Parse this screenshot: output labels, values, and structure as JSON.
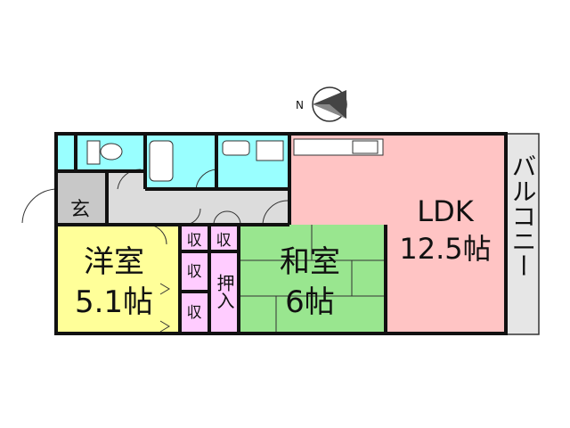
{
  "compass": {
    "label": "N"
  },
  "rooms": {
    "entrance": "玄",
    "western_room": {
      "name": "洋室",
      "size": "5.1帖"
    },
    "japanese_room": {
      "name": "和室",
      "size": "6帖"
    },
    "ldk": {
      "name": "LDK",
      "size": "12.5帖"
    },
    "balcony": "バルコニー",
    "storage_label": "収",
    "closet": "押入"
  },
  "colors": {
    "wall": "#111111",
    "western_room": "#ffff99",
    "japanese_room": "#99e68f",
    "ldk": "#ffc4c4",
    "storage": "#ffccff",
    "wet_area": "#99ffff",
    "hall": "#dcdcdc",
    "entrance": "#c8c8c8",
    "balcony": "#e6e6e6"
  }
}
